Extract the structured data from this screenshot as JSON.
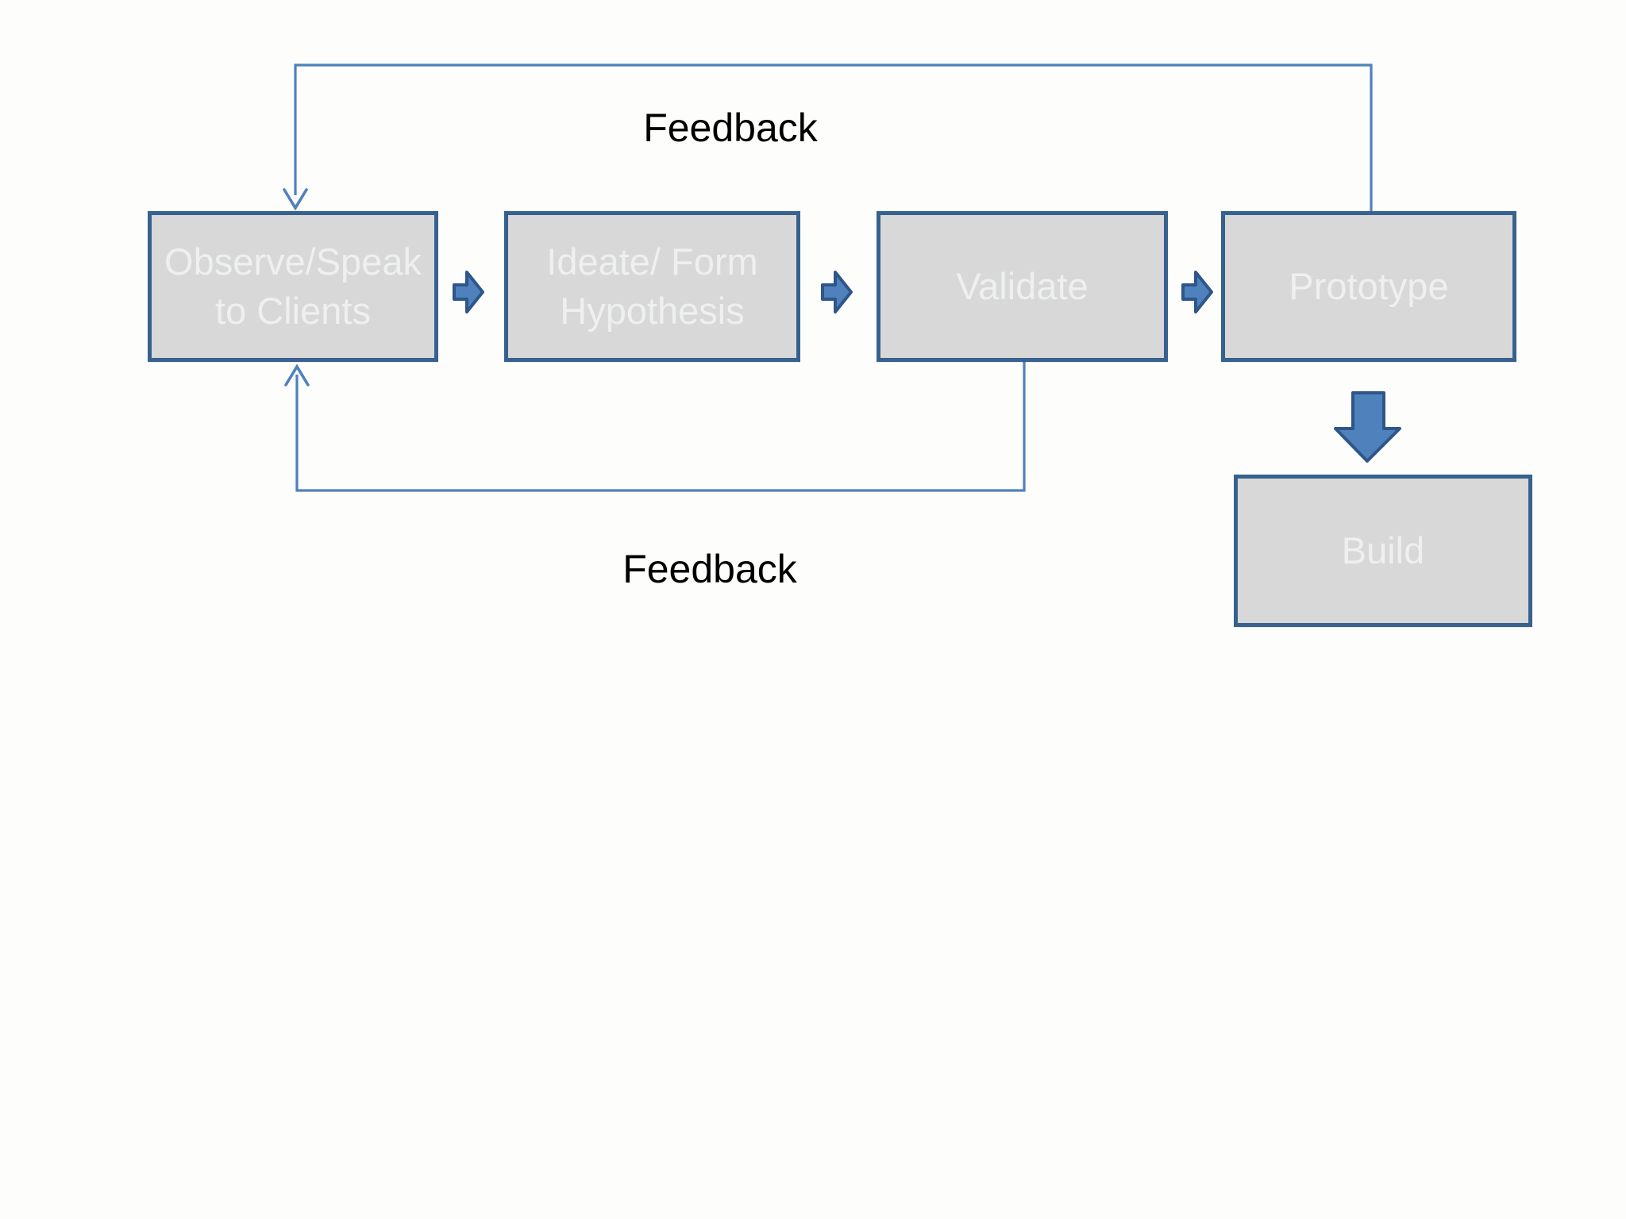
{
  "slide": {
    "nodes": [
      {
        "id": "observe",
        "label": "Observe/Speak to Clients"
      },
      {
        "id": "ideate",
        "label": "Ideate/ Form Hypothesis"
      },
      {
        "id": "validate",
        "label": "Validate"
      },
      {
        "id": "prototype",
        "label": "Prototype"
      },
      {
        "id": "build",
        "label": "Build"
      }
    ],
    "feedback_labels": {
      "top": "Feedback",
      "bottom": "Feedback"
    },
    "edges": [
      {
        "from": "observe",
        "to": "ideate",
        "style": "block-arrow-right"
      },
      {
        "from": "ideate",
        "to": "validate",
        "style": "block-arrow-right"
      },
      {
        "from": "validate",
        "to": "prototype",
        "style": "block-arrow-right"
      },
      {
        "from": "prototype",
        "to": "build",
        "style": "block-arrow-down"
      },
      {
        "from": "prototype",
        "to": "observe",
        "style": "thin-loop-top",
        "label": "Feedback"
      },
      {
        "from": "validate",
        "to": "observe",
        "style": "thin-loop-bottom",
        "label": "Feedback"
      }
    ],
    "colors": {
      "box_fill": "#d8d8d8",
      "box_border": "#37618f",
      "box_text": "#eef0ef",
      "connector": "#4f81bd",
      "arrow_fill": "#4f81bd",
      "arrow_outline": "#2e5689",
      "label_text": "#000000",
      "background": "#fdfdfc"
    }
  }
}
